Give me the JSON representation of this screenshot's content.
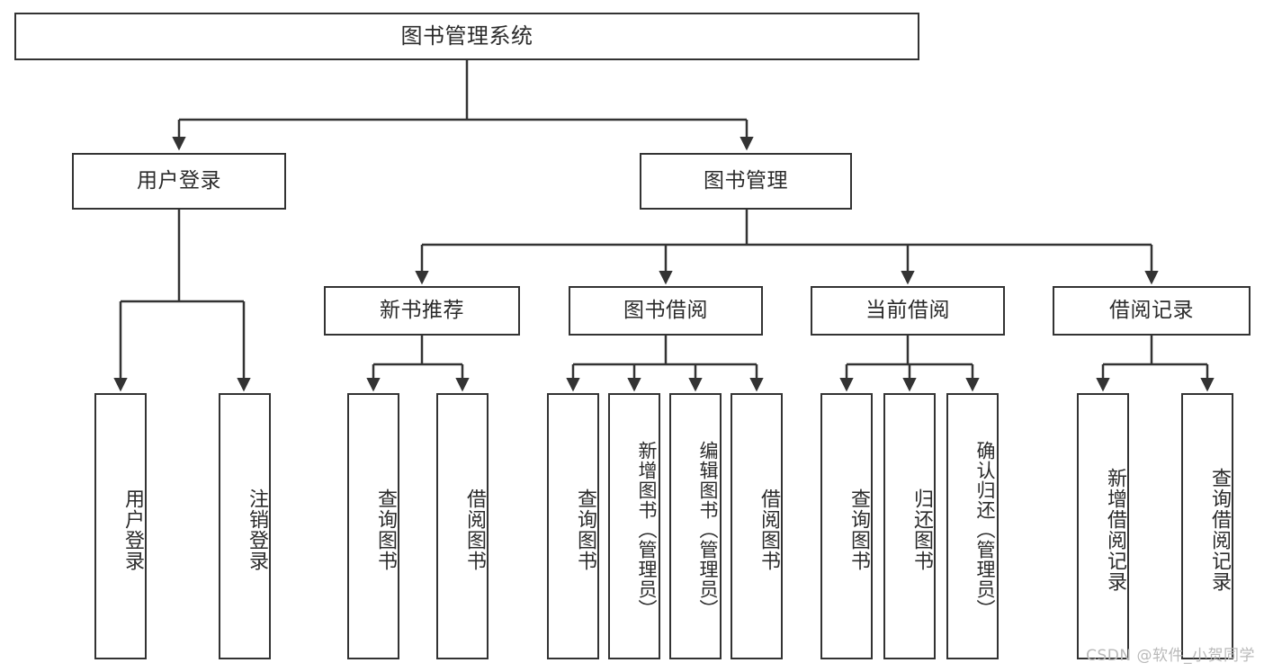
{
  "diagram": {
    "title": "图书管理系统",
    "type": "tree-hierarchy-chart",
    "watermark": "CSDN @软件_小贺同学",
    "colors": {
      "stroke": "#333333",
      "fill": "#ffffff",
      "text": "#2b2b2b",
      "watermark": "#b9b9b9"
    },
    "levels": {
      "root": {
        "label": "图书管理系统"
      },
      "level2": [
        {
          "label": "用户登录"
        },
        {
          "label": "图书管理"
        }
      ],
      "level3": [
        {
          "label": "新书推荐"
        },
        {
          "label": "图书借阅"
        },
        {
          "label": "当前借阅"
        },
        {
          "label": "借阅记录"
        }
      ],
      "leaves_user_login": [
        {
          "label": "用户登录"
        },
        {
          "label": "注销登录"
        }
      ],
      "leaves_new_book": [
        {
          "label": "查询图书"
        },
        {
          "label": "借阅图书"
        }
      ],
      "leaves_borrow": [
        {
          "label": "查询图书"
        },
        {
          "label": "新增图书（管理员）"
        },
        {
          "label": "编辑图书（管理员）"
        },
        {
          "label": "借阅图书"
        }
      ],
      "leaves_current": [
        {
          "label": "查询图书"
        },
        {
          "label": "归还图书"
        },
        {
          "label": "确认归还（管理员）"
        }
      ],
      "leaves_record": [
        {
          "label": "新增借阅记录"
        },
        {
          "label": "查询借阅记录"
        }
      ]
    }
  }
}
